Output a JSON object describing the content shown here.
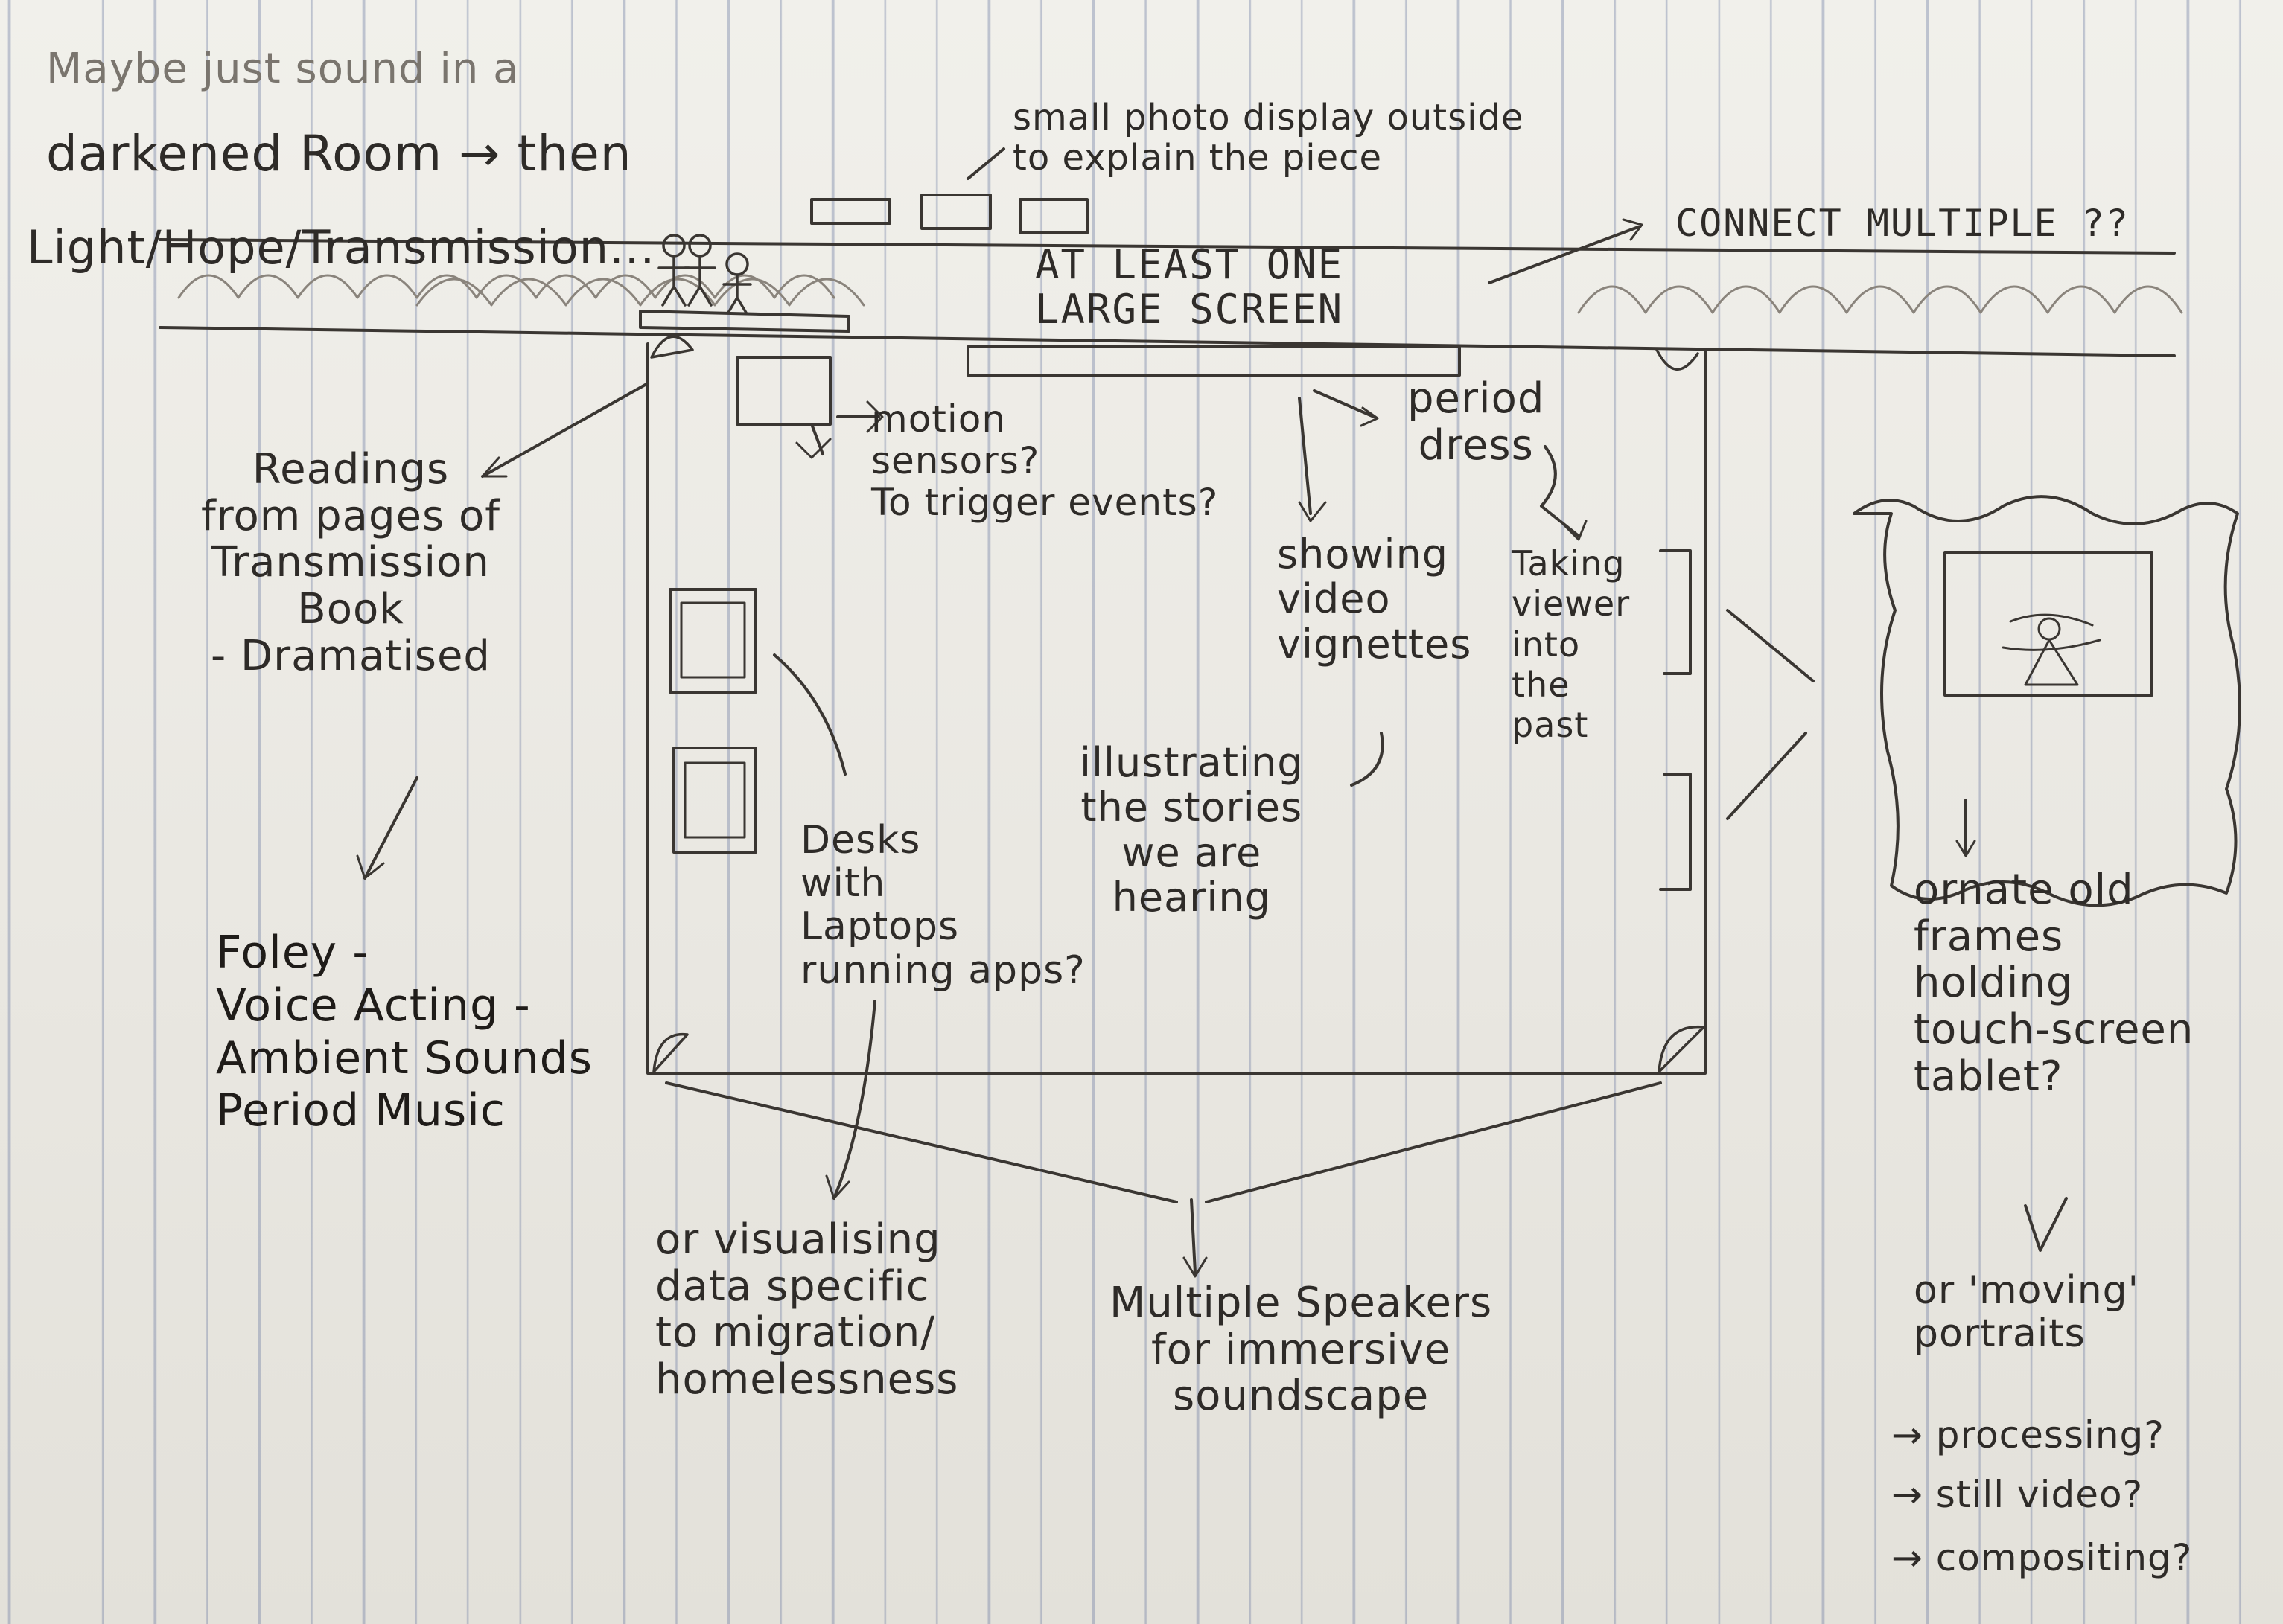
{
  "notes": {
    "intro_1": "Maybe just sound in a",
    "intro_2": "darkened Room → then",
    "intro_3": "Light/Hope/Transmission...",
    "photo_display": "small photo display outside\nto explain the piece",
    "connect_multiple": "CONNECT MULTIPLE ??",
    "large_screen": "AT LEAST ONE\nLARGE SCREEN",
    "motion_sensors": "motion\nsensors?\nTo trigger events?",
    "period_dress": "period\ndress",
    "readings": "Readings\nfrom pages of\nTransmission\nBook\n- Dramatised",
    "showing_video": "showing\nvideo\nvignettes",
    "taking_viewer": "Taking\nviewer\ninto\nthe\npast",
    "illustrating": "illustrating\nthe stories\nwe are\nhearing",
    "desks": "Desks\nwith\nLaptops\nrunning apps?",
    "foley": "Foley -\nVoice Acting -\nAmbient Sounds\nPeriod Music",
    "visualising": "or visualising\ndata specific\nto migration/\nhomelessness",
    "speakers": "Multiple Speakers\nfor immersive\nsoundscape",
    "ornate_frames": "ornate old\nframes\nholding\ntouch-screen\ntablet?",
    "moving_portraits": "or 'moving'\nportraits",
    "processing": "→ processing?",
    "still_video": "→ still video?",
    "compositing": "→ compositing?"
  },
  "colors": {
    "paper": "#ecebe6",
    "rule_lines": "#6978a0",
    "pencil": "#2e2b28"
  }
}
